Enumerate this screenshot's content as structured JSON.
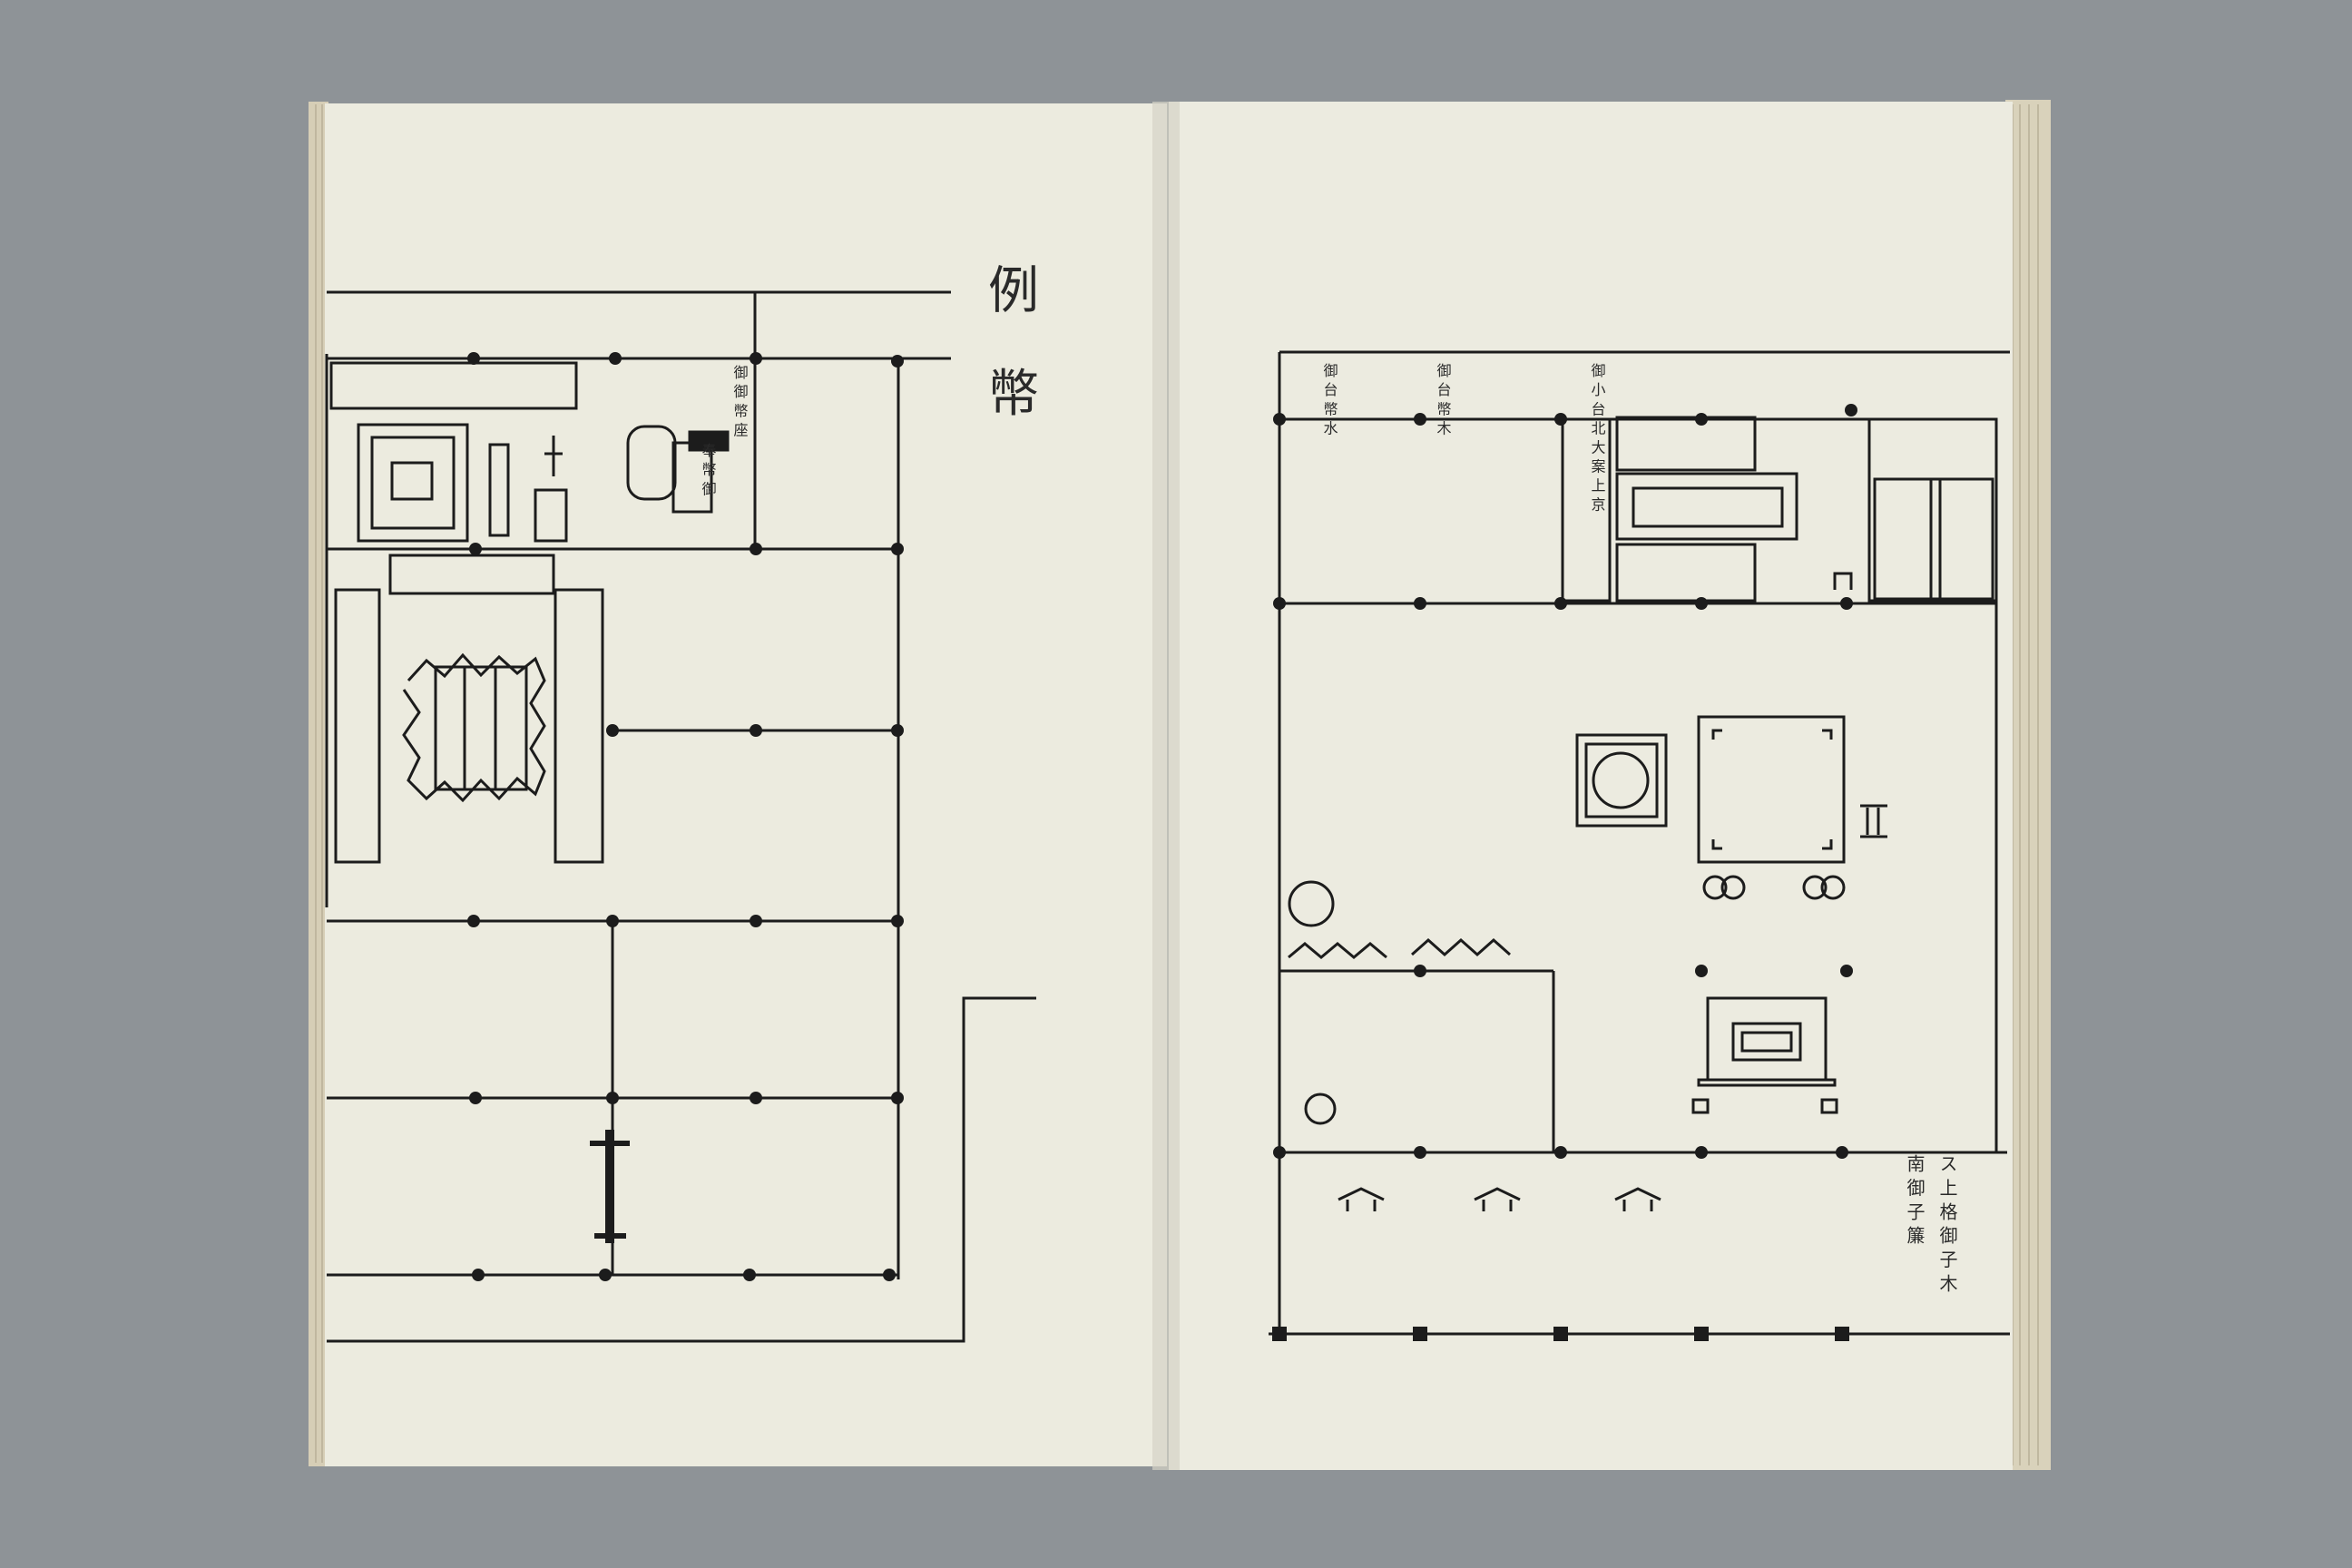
{
  "left_page": {
    "title": "例 幣",
    "label_top_1": "御 御 幣 座",
    "label_top_2": "奉 幣 御"
  },
  "right_page": {
    "label_1": "御 台 幣 水",
    "label_2": "御 台 幣 木",
    "label_3": "御 小 台 北 大 案 上 京",
    "label_bottom_1": "ス 上 格 御 子 木",
    "label_bottom_2": "南 御 子 簾"
  },
  "colors": {
    "background": "#8e9397",
    "paper": "#ecebe0",
    "ink": "#1c1c1c",
    "page_edge": "#d9d2bd"
  }
}
